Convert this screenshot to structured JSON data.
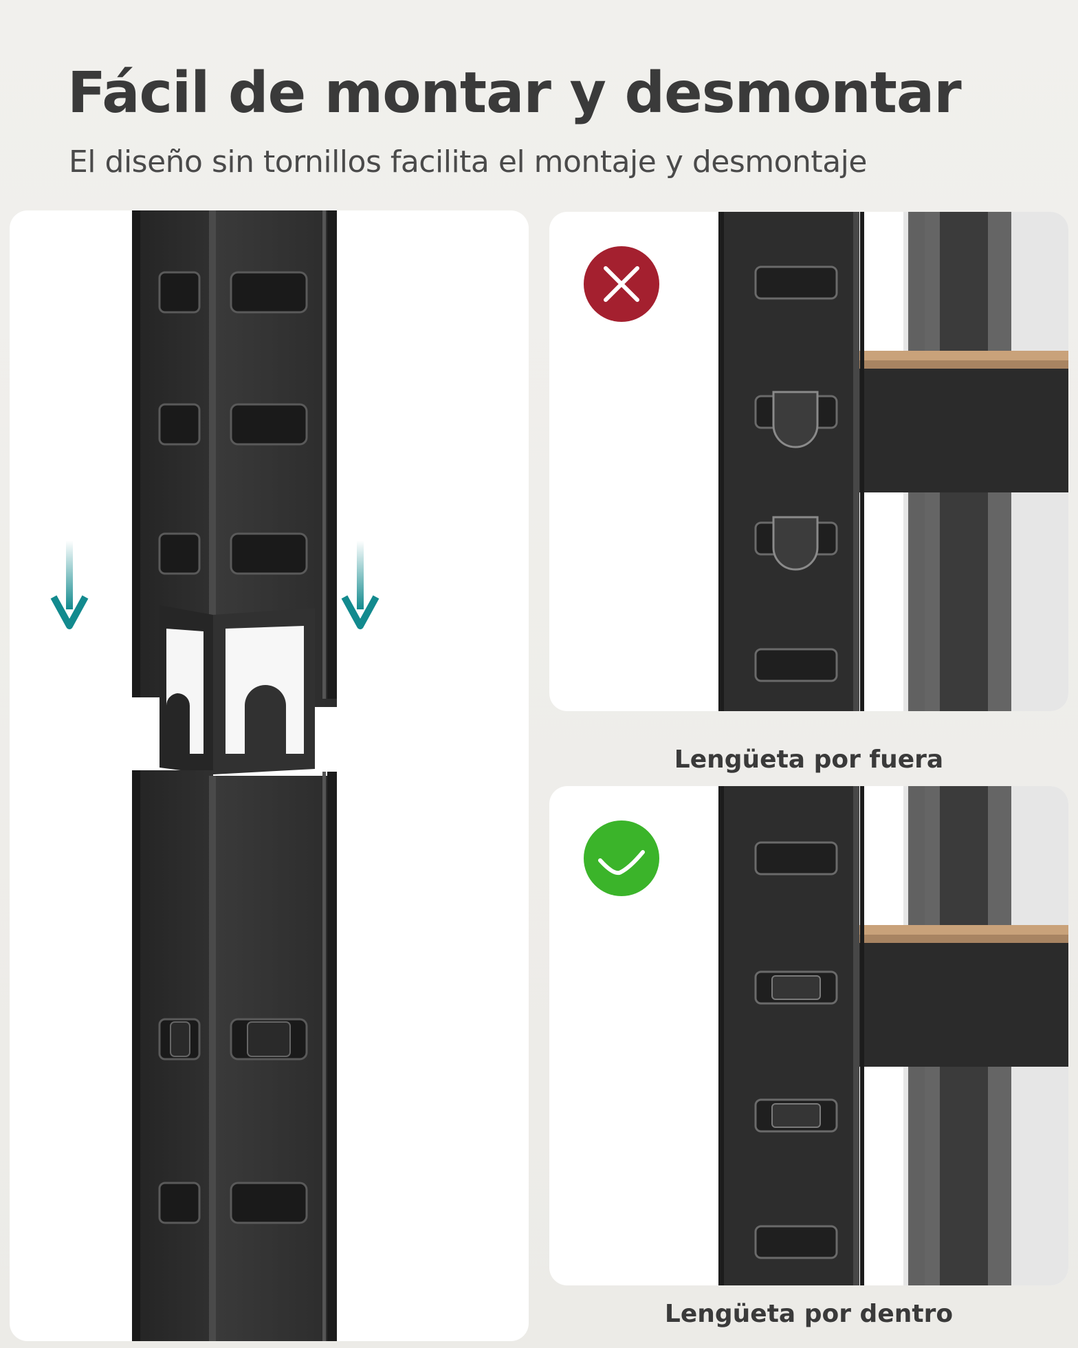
{
  "header": {
    "title": "Fácil de montar y desmontar",
    "subtitle": "El diseño sin tornillos facilita el montaje y desmontaje"
  },
  "comparison": {
    "wrong": {
      "caption": "Lengüeta por fuera",
      "icon": "x-icon",
      "color": "#a4202f"
    },
    "right": {
      "caption": "Lengüeta por dentro",
      "icon": "check-icon",
      "color": "#3bb42a"
    }
  },
  "colors": {
    "background": "#eeede9",
    "card": "#ffffff",
    "steel": "#2b2b2b",
    "arrow": "#128a8e",
    "board": "#c9a27a"
  }
}
